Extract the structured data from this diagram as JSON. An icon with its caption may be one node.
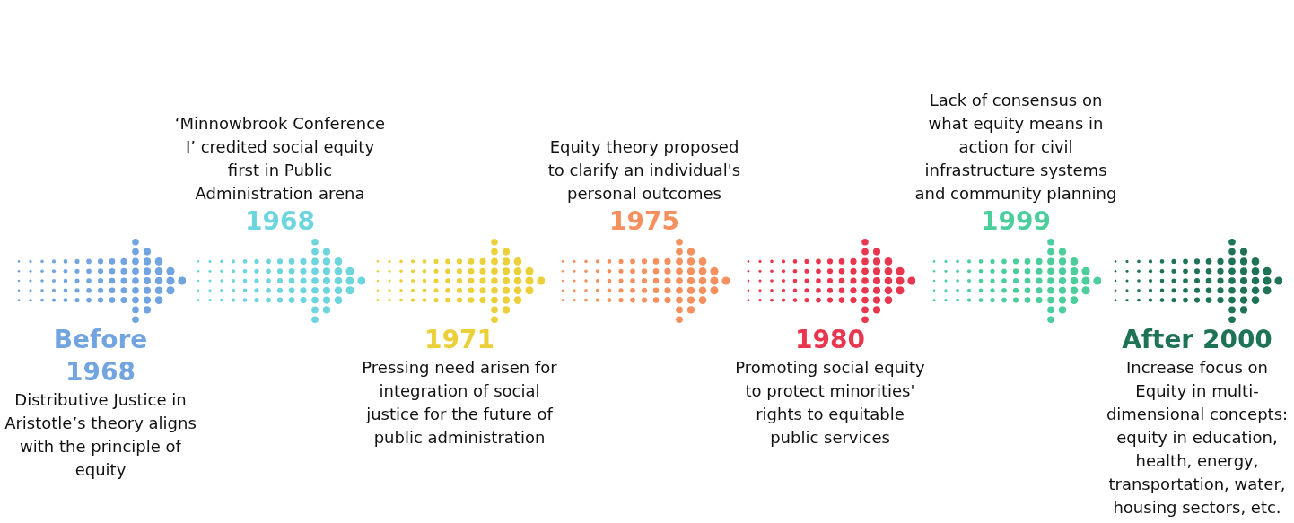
{
  "diagram": {
    "nodes": [
      {
        "text": [
          "Before 1968",
          "Distributive Justice in Aristotle’s theory aligns with the principle of equity"
        ]
      },
      {
        "text": [
          "‘Minnowbrook Conference I’ credited social equity first in Public Administration arena",
          "1968"
        ]
      },
      {
        "text": [
          "1971",
          "Pressing need arisen for integration of social justice for the future of public administration"
        ]
      },
      {
        "text": [
          "Equity theory proposed to clarify an individual's personal outcomes",
          "1975"
        ]
      },
      {
        "text": [
          "1980",
          "Promoting social equity to protect minorities' rights to equitable public services"
        ]
      },
      {
        "text": [
          "Lack of consensus on what equity means in action for civil infrastructure systems and community planning",
          "1999"
        ]
      },
      {
        "text": [
          "After 2000",
          "Increase focus on Equity in multi-dimensional concepts: equity in education, health, energy, transportation, water, housing sectors, etc."
        ]
      }
    ]
  }
}
